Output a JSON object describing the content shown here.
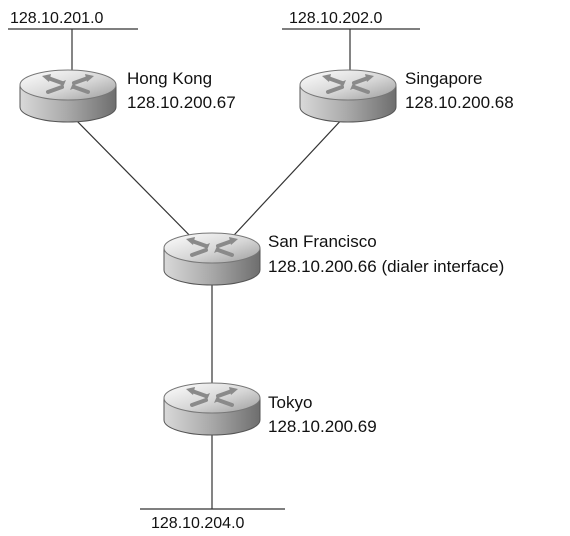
{
  "networks": {
    "hk_lan": "128.10.201.0",
    "sg_lan": "128.10.202.0",
    "tokyo_lan": "128.10.204.0"
  },
  "routers": {
    "hong_kong": {
      "name": "Hong Kong",
      "ip": "128.10.200.67"
    },
    "singapore": {
      "name": "Singapore",
      "ip": "128.10.200.68"
    },
    "san_francisco": {
      "name": "San Francisco",
      "ip": "128.10.200.66 (dialer interface)"
    },
    "tokyo": {
      "name": "Tokyo",
      "ip": "128.10.200.69"
    }
  },
  "icons": {
    "router": "router-icon"
  },
  "colors": {
    "line": "#333333",
    "router_light": "#e6e6e6",
    "router_dark": "#7a7a7a",
    "text": "#111111"
  }
}
